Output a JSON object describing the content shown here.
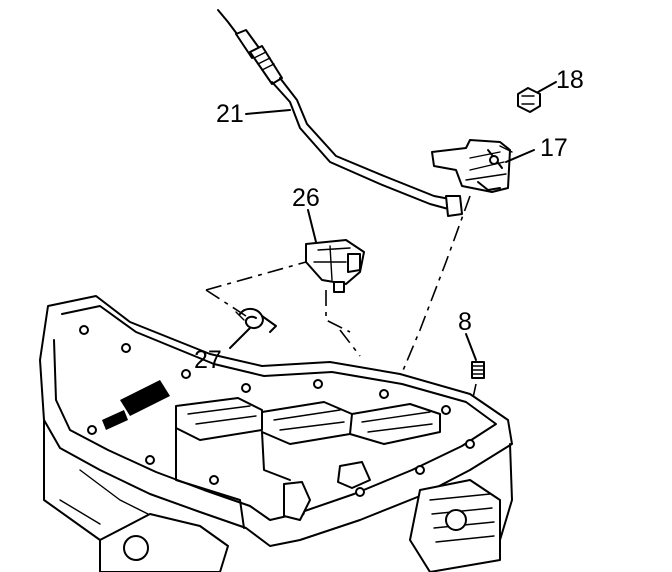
{
  "callouts": [
    {
      "id": "21",
      "label": "21"
    },
    {
      "id": "18",
      "label": "18"
    },
    {
      "id": "17",
      "label": "17"
    },
    {
      "id": "26",
      "label": "26"
    },
    {
      "id": "8",
      "label": "8"
    },
    {
      "id": "27",
      "label": "27"
    }
  ],
  "colors": {
    "ink": "#000000",
    "paper": "#ffffff"
  }
}
